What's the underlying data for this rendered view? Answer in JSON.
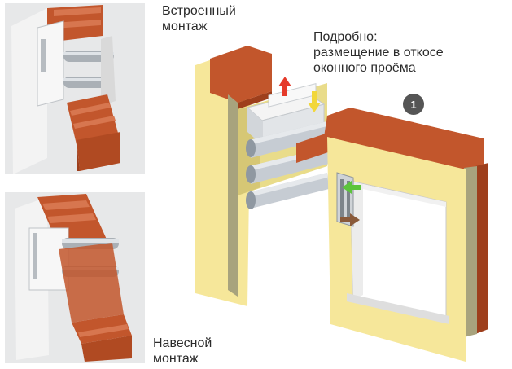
{
  "captions": {
    "built_in": "Встроенный\nмонтаж",
    "surface": "Навесной\nмонтаж",
    "detail": "Подробно:\nразмещение в откосе\nоконного проёма"
  },
  "badge": {
    "number": "1"
  },
  "colors": {
    "brick": "#c2562c",
    "brick_dark": "#9e3f1c",
    "plaster": "#f6e79a",
    "plaster_side": "#e0cf7c",
    "insulation": "#a8a37d",
    "duct": "#c6ccd3",
    "panel_gray": "#e7e8e9",
    "arrow_red": "#e53a2a",
    "arrow_yellow": "#f2d73a",
    "arrow_green": "#5cc43c",
    "arrow_brown": "#8a5a3a",
    "badge": "#555555"
  }
}
